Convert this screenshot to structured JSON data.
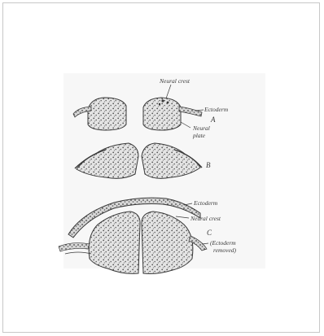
{
  "figure": {
    "labels": {
      "neural_crest_top": "Neural crest",
      "ectoderm_top": "Ectoderm",
      "stage_a": "A",
      "neural_plate_line1": "Neural",
      "neural_plate_line2": "plate",
      "stage_b": "B",
      "ectoderm_c": "Ectoderm",
      "neural_crest_c": "Neural crest",
      "stage_c": "C",
      "ectoderm_removed_line1": "(Ectoderm",
      "ectoderm_removed_line2": "removed)"
    },
    "colors": {
      "background": "#ffffff",
      "border": "#c8c8c8",
      "ink": "#3a3a3a",
      "stipple_bg": "#dcdcdc"
    }
  }
}
